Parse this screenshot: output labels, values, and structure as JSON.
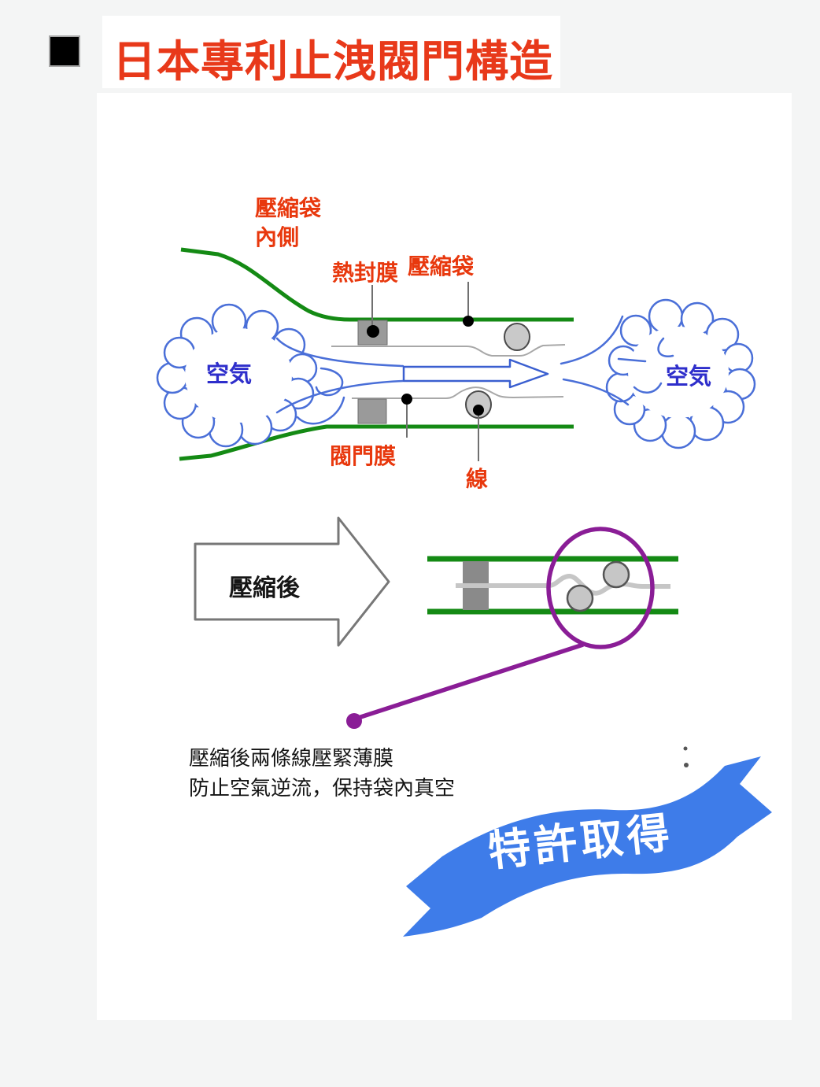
{
  "page": {
    "title": "日本專利止洩閥門構造",
    "title_color": "#e8391a",
    "background_color": "#f4f5f5",
    "panel_color": "#ffffff"
  },
  "icons": {
    "bullet_square": "black-square-bullet",
    "magnifier_circle": "purple-highlight-circle"
  },
  "open_valve_diagram": {
    "labels": {
      "bag_inside_line1": "壓縮袋",
      "bag_inside_line2": "內側",
      "heat_seal_film": "熱封膜",
      "compression_bag": "壓縮袋",
      "valve_film": "閥門膜",
      "thread": "線",
      "air_left": "空気",
      "air_right": "空気"
    },
    "colors": {
      "bag_wall_green": "#148a14",
      "cloud_blue": "#4a6fd8",
      "air_text_blue": "#2e2ecb",
      "flow_arrow_blue": "#3a5fd0",
      "label_red": "#e8380d",
      "heat_seal_gray": "#9a9a9a",
      "membrane_gray": "#a8a8a8",
      "thread_gray": "#c9c9c9"
    }
  },
  "compressed_diagram": {
    "arrow_label": "壓縮後",
    "colors": {
      "highlight_purple": "#8a1d96",
      "membrane_gray": "#c6c6c6",
      "seal_gray": "#8a8a8a",
      "bag_wall_green": "#148a14"
    }
  },
  "caption": {
    "line1": "壓縮後兩條線壓緊薄膜",
    "line2": "防止空氣逆流，保持袋內真空"
  },
  "ribbon": {
    "label": "特許取得",
    "color": "#3e7ce9",
    "text_color": "#ffffff"
  }
}
